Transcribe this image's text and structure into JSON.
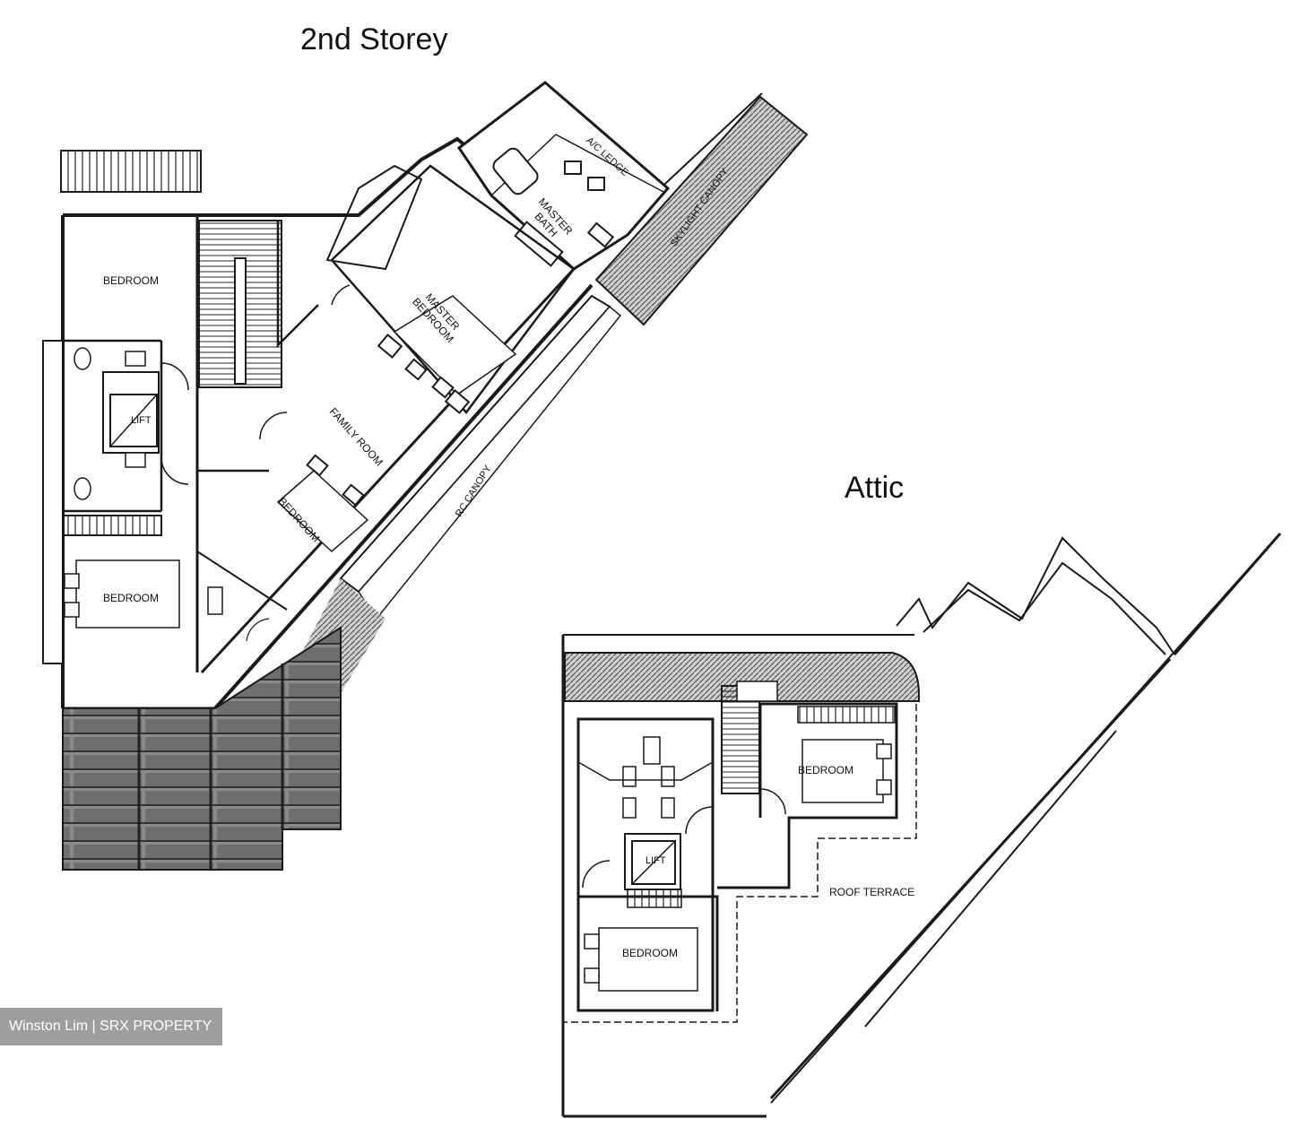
{
  "headings": {
    "second_storey": "2nd Storey",
    "attic": "Attic"
  },
  "second_storey_rooms": {
    "bedroom_top": "BEDROOM",
    "lift": "LIFT",
    "master_bedroom_line1": "MASTER",
    "master_bedroom_line2": "BEDROOM",
    "master_bath_line1": "MASTER",
    "master_bath_line2": "BATH",
    "ac_ledge": "A/C LEDGE",
    "skylight_canopy": "SKYLIGHT CANOPY",
    "family_room": "FAMILY ROOM",
    "bedroom_middle": "BEDROOM",
    "rc_canopy": "RC CANOPY",
    "bedroom_bottom": "BEDROOM"
  },
  "attic_rooms": {
    "bedroom_right": "BEDROOM",
    "lift": "LIFT",
    "roof_terrace": "ROOF TERRACE",
    "bedroom_left": "BEDROOM"
  },
  "watermark": "Winston Lim | SRX PROPERTY"
}
